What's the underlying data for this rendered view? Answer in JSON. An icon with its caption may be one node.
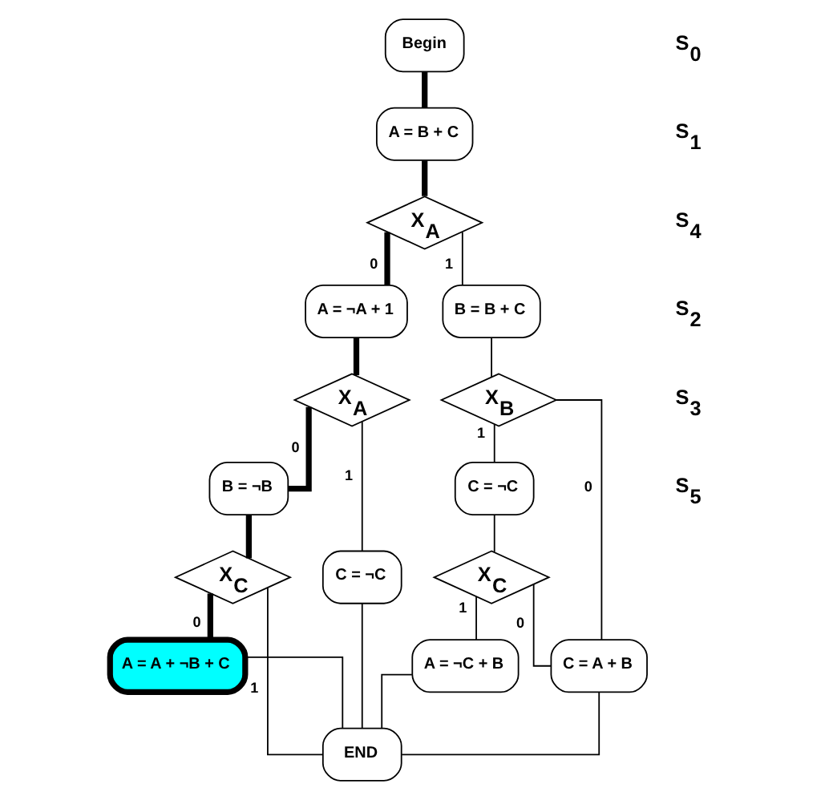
{
  "diagram": {
    "nodes": [
      {
        "text": [
          "Begin"
        ]
      },
      {
        "text": [
          "A = B + C"
        ]
      },
      {
        "text": [
          "X$_{A}$"
        ]
      },
      {
        "text": [
          "A = ¬A + 1"
        ]
      },
      {
        "text": [
          "B = B + C"
        ]
      },
      {
        "text": [
          "X$_{A}$"
        ]
      },
      {
        "text": [
          "X$_{B}$"
        ]
      },
      {
        "text": [
          "B = ¬B"
        ]
      },
      {
        "text": [
          "C = ¬C"
        ]
      },
      {
        "text": [
          "C = ¬C"
        ]
      },
      {
        "text": [
          "X$_{C}$"
        ]
      },
      {
        "text": [
          "X$_{C}$"
        ]
      },
      {
        "text": [
          "A = A + ¬B + C"
        ]
      },
      {
        "text": [
          "C = A + B"
        ]
      },
      {
        "text": [
          "A = ¬C + B"
        ]
      },
      {
        "text": [
          "END"
        ]
      }
    ],
    "edges": [
      {
        "from": 0,
        "to": 1,
        "arrow": "none",
        "style": "thick"
      },
      {
        "from": 1,
        "to": 2,
        "arrow": "none",
        "style": "thick"
      },
      {
        "from": 2,
        "to": 3,
        "arrow": "none",
        "label": "0",
        "style": "thick"
      },
      {
        "from": 2,
        "to": 4,
        "arrow": "none",
        "label": "1"
      },
      {
        "from": 3,
        "to": 5,
        "arrow": "none",
        "style": "thick"
      },
      {
        "from": 4,
        "to": 6,
        "arrow": "none"
      },
      {
        "from": 5,
        "to": 7,
        "arrow": "none",
        "label": "0",
        "style": "thick"
      },
      {
        "from": 5,
        "to": 8,
        "arrow": "none",
        "label": "1"
      },
      {
        "from": 6,
        "to": 13,
        "arrow": "none",
        "label": "0"
      },
      {
        "from": 6,
        "to": 9,
        "arrow": "none",
        "label": "1"
      },
      {
        "from": 7,
        "to": 10,
        "arrow": "none",
        "style": "thick"
      },
      {
        "from": 9,
        "to": 11,
        "arrow": "none"
      },
      {
        "from": 10,
        "to": 12,
        "arrow": "none",
        "label": "0",
        "style": "thick"
      },
      {
        "from": 10,
        "to": 15,
        "arrow": "none",
        "label": "1"
      },
      {
        "from": 11,
        "to": 13,
        "arrow": "none",
        "label": "0"
      },
      {
        "from": 11,
        "to": 14,
        "arrow": "none",
        "label": "1"
      },
      {
        "from": 12,
        "to": 15,
        "arrow": "none"
      },
      {
        "from": 8,
        "to": 15,
        "arrow": "none"
      },
      {
        "from": 13,
        "to": 15,
        "arrow": "none"
      },
      {
        "from": 14,
        "to": 15,
        "arrow": "none"
      }
    ],
    "labels": [
      "S$_{0}$",
      "S$_{1}$",
      "S$_{4}$",
      "S$_{2}$",
      "S$_{3}$",
      "S$_{5}$"
    ]
  }
}
